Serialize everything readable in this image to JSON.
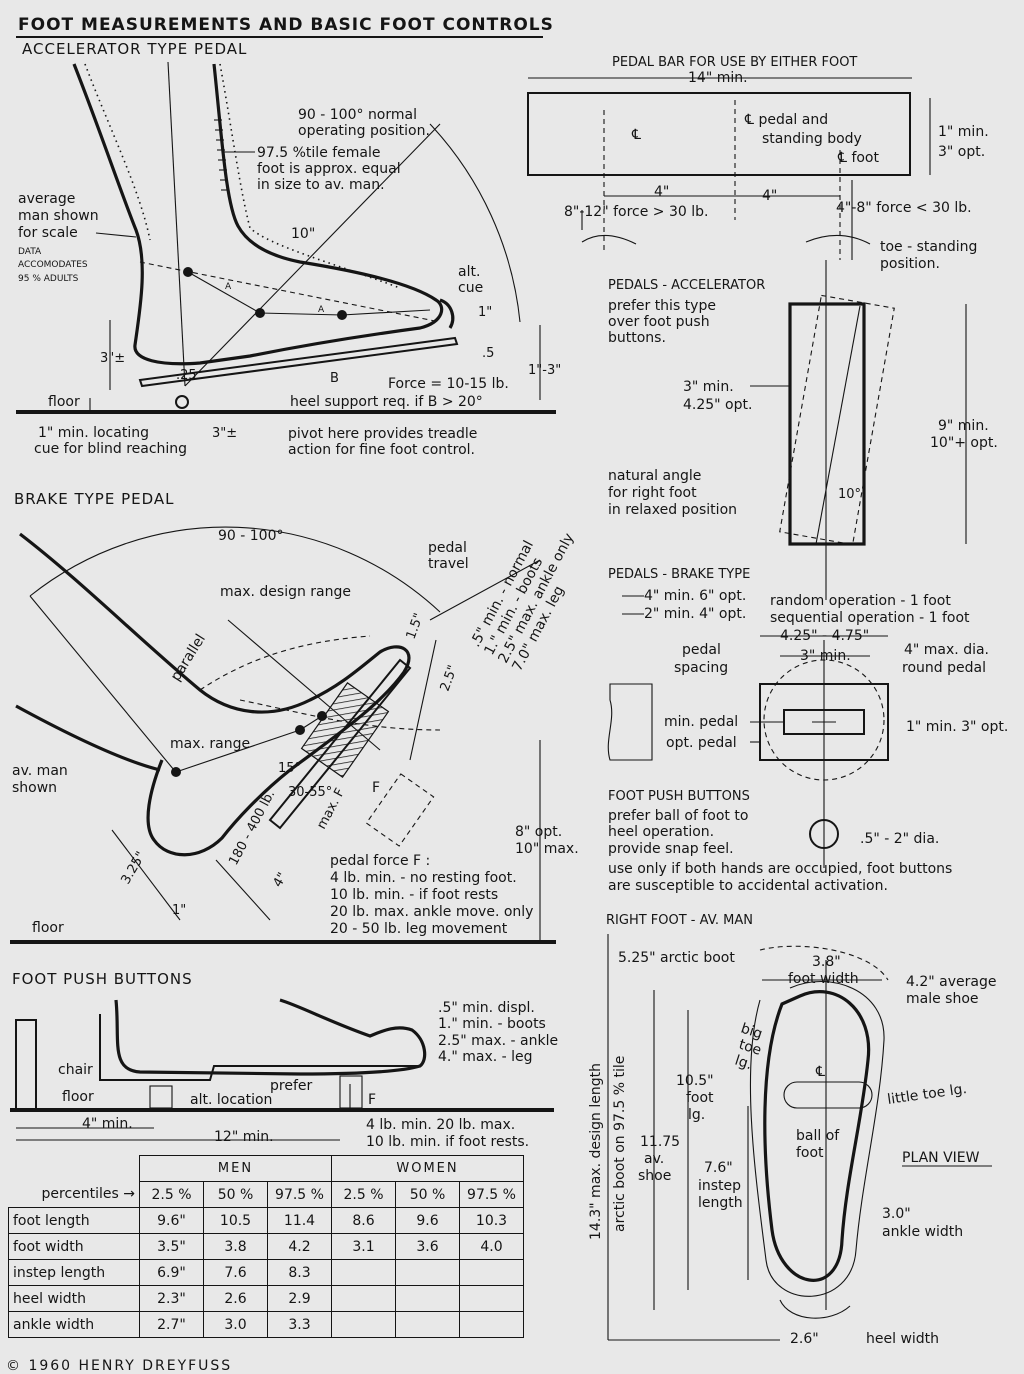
{
  "title": "FOOT MEASUREMENTS AND BASIC FOOT CONTROLS",
  "accelerator": {
    "heading": "ACCELERATOR TYPE PEDAL",
    "normal_position": [
      "90 - 100° normal",
      "operating position."
    ],
    "female_note": [
      "97.5 %tile female",
      "foot is approx. equal",
      "in size to av. man."
    ],
    "avg_man": [
      "average",
      "man shown",
      "for scale"
    ],
    "data_note": [
      "DATA",
      "ACCOMODATES",
      "95 % ADULTS"
    ],
    "ten_in": "10\"",
    "alt_cue": [
      "alt.",
      "cue"
    ],
    "one_in": "1\"",
    "half_in": ".5",
    "three_in": "3\"±",
    "quarter": ".25",
    "b": "B",
    "one_three": "1\"-3\"",
    "force": "Force = 10-15 lb.",
    "heel_support": "heel support req. if B > 20°",
    "floor": "floor",
    "locating_cue": [
      "1\" min. locating",
      "cue for blind reaching"
    ],
    "three_pm": "3\"±",
    "pivot": [
      "pivot here provides treadle",
      "action for fine foot control."
    ],
    "a": "A"
  },
  "brake": {
    "heading": "BRAKE TYPE PEDAL",
    "range": "90 - 100°",
    "pedal_travel": [
      "pedal",
      "travel"
    ],
    "max_design": "max. design range",
    "parallel": "parallel",
    "travel_specs": [
      ".5\" min. - normal",
      "1.\" min. - boots",
      "2.5\" max. ankle only",
      "7.0\" max. leg"
    ],
    "one_five": "1.5\"",
    "two_five": "2.5\"",
    "max_range": "max. range",
    "av_man": [
      "av. man",
      "shown"
    ],
    "fifteen": "15°",
    "thirty": "30-55°",
    "max_f": "max. F",
    "f": "F",
    "weight": "180 - 400 lb.",
    "three_25": "3.25\"",
    "four": "4\"",
    "one": "1\"",
    "opt_max": [
      "8\" opt.",
      "10\" max."
    ],
    "pedal_force": [
      "pedal force  F :",
      "4 lb. min. - no resting foot.",
      "10 lb. min. - if foot rests",
      "20 lb. max. ankle move. only",
      "20 - 50 lb. leg movement"
    ],
    "floor": "floor"
  },
  "push_left": {
    "heading": "FOOT PUSH BUTTONS",
    "specs": [
      ".5\" min. displ.",
      "1.\" min. - boots",
      "2.5\" max. - ankle",
      "4.\" max. - leg"
    ],
    "chair": "chair",
    "floor": "floor",
    "prefer": "prefer",
    "alt_location": "alt. location",
    "f": "F",
    "four_min": "4\" min.",
    "twelve_min": "12\" min.",
    "force_notes": [
      "4 lb. min.  20 lb. max.",
      "10 lb. min. if foot rests."
    ]
  },
  "pedal_bar": {
    "heading": "PEDAL BAR FOR USE BY EITHER FOOT",
    "width": "14\" min.",
    "cl": "℄",
    "cl_pedal": [
      "℄ pedal and",
      "standing body"
    ],
    "cl_foot": "℄ foot",
    "height": [
      "1\" min.",
      "3\" opt."
    ],
    "four_a": "4\"",
    "four_b": "4\"",
    "force_left": "8\"-12\" force > 30 lb.",
    "force_right": "4\"-8\"  force  < 30 lb.",
    "toe": [
      "toe - standing",
      "position."
    ]
  },
  "accel_right": {
    "heading": "PEDALS - ACCELERATOR",
    "prefer": [
      "prefer this type",
      "over foot push",
      "buttons."
    ],
    "width": [
      "3\" min.",
      "4.25\" opt."
    ],
    "length": [
      "9\" min.",
      "10\"+ opt."
    ],
    "angle_note": [
      "natural angle",
      "for right foot",
      "in relaxed position"
    ],
    "ten_deg": "10°"
  },
  "brake_right": {
    "heading": "PEDALS - BRAKE TYPE",
    "spacing_a": "4\" min. 6\" opt.",
    "spacing_b": "2\" min. 4\" opt.",
    "random": "random operation - 1 foot",
    "sequential": "sequential operation - 1 foot",
    "range": "4.25\" - 4.75\"",
    "three_min": "3\" min.",
    "dia": [
      "4\" max. dia.",
      "round pedal"
    ],
    "pedal_spacing": [
      "pedal",
      "spacing"
    ],
    "min_pedal": "min. pedal",
    "opt_pedal": "opt. pedal",
    "height": "1\" min.  3\" opt."
  },
  "push_right": {
    "heading": "FOOT PUSH BUTTONS",
    "notes": [
      "prefer ball of foot to",
      "heel operation.",
      "provide snap feel.",
      "use only if both hands are occupied, foot buttons",
      "are susceptible to accidental activation."
    ],
    "dia": ".5\" - 2\" dia."
  },
  "right_foot": {
    "heading": "RIGHT FOOT - AV. MAN",
    "arctic": "5.25\" arctic boot",
    "foot_width": [
      "3.8\"",
      "foot width"
    ],
    "male_shoe": [
      "4.2\" average",
      "male shoe"
    ],
    "big_toe": [
      "big",
      "toe",
      "lg."
    ],
    "cl": "℄",
    "little_toe": "little toe lg.",
    "foot_lg": [
      "10.5\"",
      "foot",
      "lg."
    ],
    "shoe": [
      "11.75",
      "av.",
      "shoe"
    ],
    "ball": [
      "ball of",
      "foot"
    ],
    "instep": [
      "7.6\"",
      "instep",
      "length"
    ],
    "plan": "PLAN VIEW",
    "ankle": [
      "3.0\"",
      "ankle width"
    ],
    "design_length": "14.3\" max. design length",
    "arctic_vert": "arctic boot on 97.5 % tile",
    "heel": "2.6\"",
    "heel_width": "heel width"
  },
  "table": {
    "percentiles_label": "percentiles →",
    "groups": [
      "MEN",
      "WOMEN"
    ],
    "percentiles": [
      "2.5 %",
      "50 %",
      "97.5 %",
      "2.5 %",
      "50 %",
      "97.5 %"
    ],
    "rows": [
      {
        "label": "foot length",
        "values": [
          "9.6\"",
          "10.5",
          "11.4",
          "8.6",
          "9.6",
          "10.3"
        ]
      },
      {
        "label": "foot width",
        "values": [
          "3.5\"",
          "3.8",
          "4.2",
          "3.1",
          "3.6",
          "4.0"
        ]
      },
      {
        "label": "instep length",
        "values": [
          "6.9\"",
          "7.6",
          "8.3",
          "",
          "",
          ""
        ]
      },
      {
        "label": "heel width",
        "values": [
          "2.3\"",
          "2.6",
          "2.9",
          "",
          "",
          ""
        ]
      },
      {
        "label": "ankle width",
        "values": [
          "2.7\"",
          "3.0",
          "3.3",
          "",
          "",
          ""
        ]
      }
    ]
  },
  "copyright": "© 1960 HENRY DREYFUSS"
}
